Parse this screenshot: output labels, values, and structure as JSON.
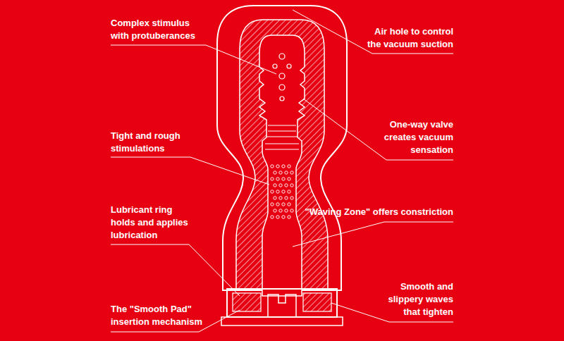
{
  "diagram": {
    "labels": [
      "Complex stimulus with protuberances",
      "Air hole to control the vacuum suction",
      "Tight and rough stimulations",
      "One-way valve creates vacuum sensation",
      "Lubricant ring holds and applies lubrication",
      "\"Waving Zone\" offers constriction",
      "Smooth and slippery waves that tighten",
      "The \"Smooth Pad\" insertion mechanism"
    ]
  }
}
